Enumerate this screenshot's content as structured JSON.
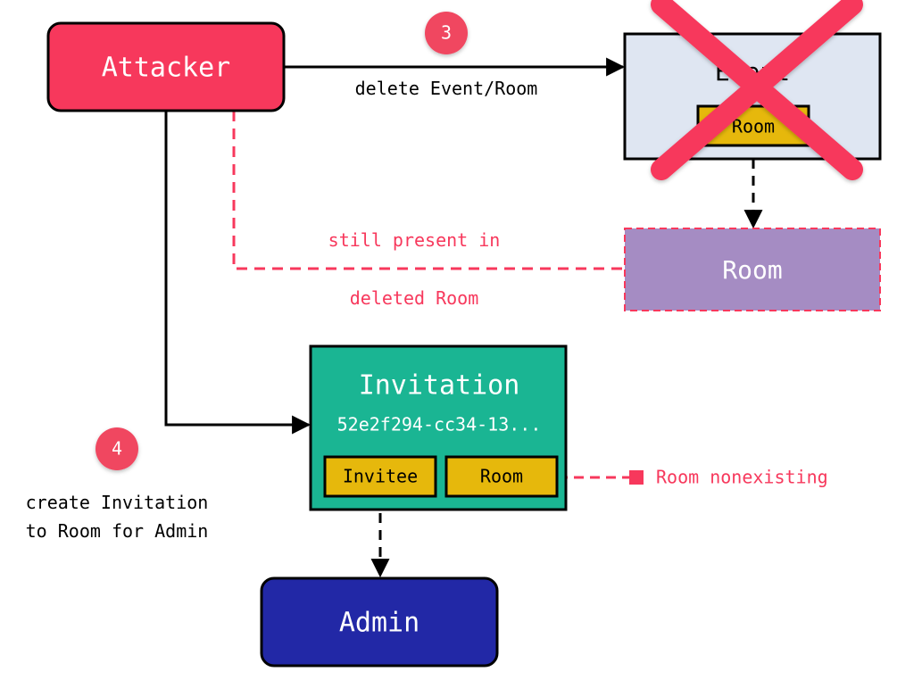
{
  "nodes": {
    "attacker": {
      "label": "Attacker"
    },
    "event": {
      "label": "Event",
      "inner_label": "Room"
    },
    "room": {
      "label": "Room"
    },
    "invitation": {
      "label": "Invitation",
      "id_text": "52e2f294-cc34-13...",
      "invitee_field": "Invitee",
      "room_field": "Room"
    },
    "admin": {
      "label": "Admin"
    }
  },
  "edges": {
    "delete_label": "delete Event/Room",
    "still_present_line1": "still present in",
    "still_present_line2": "deleted Room",
    "room_nonexisting": "Room nonexisting",
    "create_invitation_line1": "create Invitation",
    "create_invitation_line2": "to Room for Admin"
  },
  "steps": {
    "step3": "3",
    "step4": "4"
  },
  "colors": {
    "attacker": "#f7385c",
    "event_bg": "#dfe6f2",
    "field_yellow": "#e6b80c",
    "room_purple": "#a58cc3",
    "invitation_green": "#1ab593",
    "admin_blue": "#2228a6",
    "accent_red": "#f7385c",
    "black": "#000000"
  },
  "icons": {
    "deleted_mark": "red-x-icon"
  }
}
